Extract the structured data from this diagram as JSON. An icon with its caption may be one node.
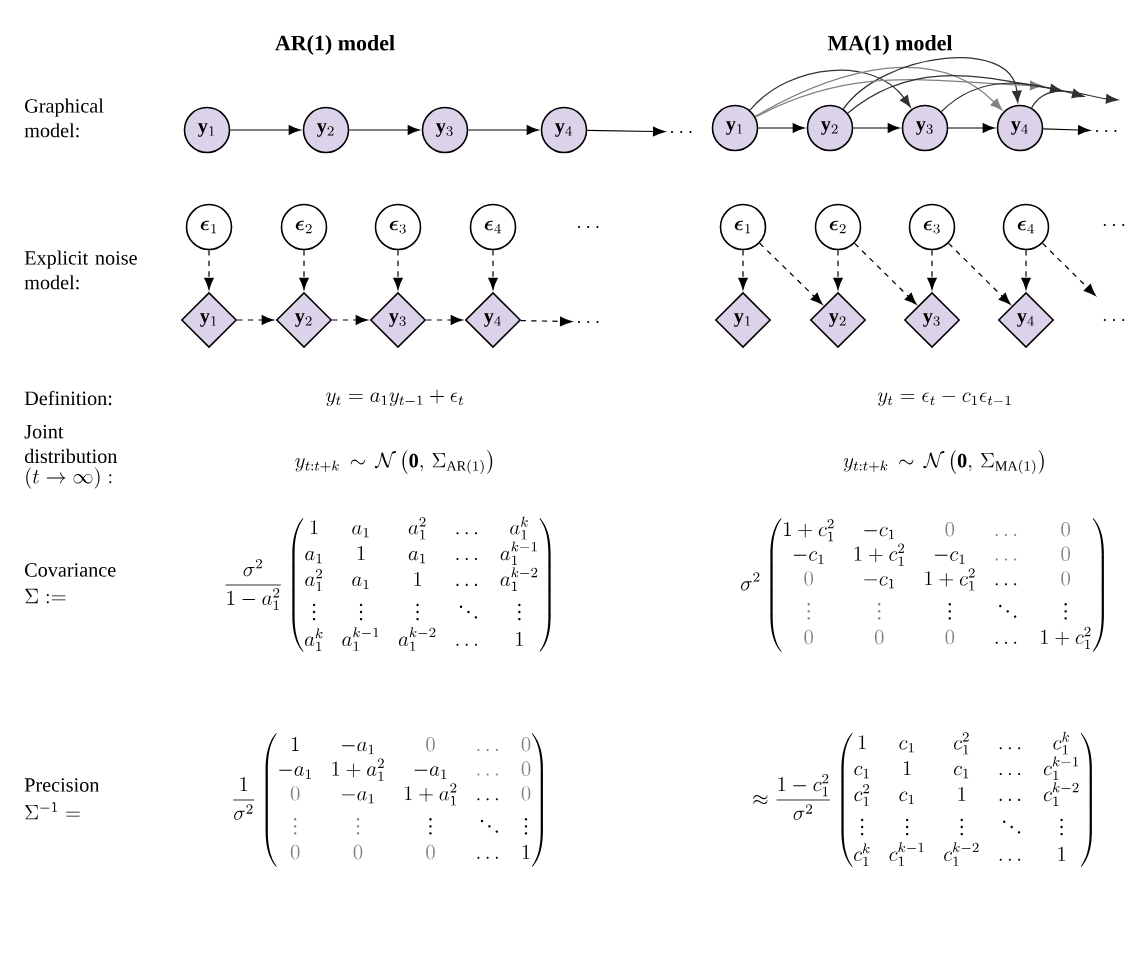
{
  "diagram": {
    "nodes": [
      {
        "text": [
          "\\mathbf{y}_1"
        ]
      },
      {
        "text": [
          "\\mathbf{y}_2"
        ]
      },
      {
        "text": [
          "\\mathbf{y}_3"
        ]
      },
      {
        "text": [
          "\\mathbf{y}_4"
        ]
      },
      {
        "text": [
          "\\dots"
        ]
      },
      {
        "text": [
          "\\boldsymbol{\\epsilon}_1"
        ]
      },
      {
        "text": [
          "\\boldsymbol{\\epsilon}_2"
        ]
      },
      {
        "text": [
          "\\boldsymbol{\\epsilon}_3"
        ]
      },
      {
        "text": [
          "\\boldsymbol{\\epsilon}_4"
        ]
      },
      {
        "text": [
          "\\mathbf{y}_1"
        ]
      },
      {
        "text": [
          "\\mathbf{y}_2"
        ]
      },
      {
        "text": [
          "\\mathbf{y}_3"
        ]
      },
      {
        "text": [
          "\\mathbf{y}_4"
        ]
      },
      {
        "text": [
          "\\dots"
        ]
      },
      {
        "text": [
          "\\mathbf{y}_1"
        ]
      },
      {
        "text": [
          "\\mathbf{y}_2"
        ]
      },
      {
        "text": [
          "\\mathbf{y}_3"
        ]
      },
      {
        "text": [
          "\\mathbf{y}_4"
        ]
      },
      {
        "text": [
          "\\dots"
        ]
      },
      {
        "text": [
          "\\boldsymbol{\\epsilon}_1"
        ]
      },
      {
        "text": [
          "\\boldsymbol{\\epsilon}_2"
        ]
      },
      {
        "text": [
          "\\boldsymbol{\\epsilon}_3"
        ]
      },
      {
        "text": [
          "\\boldsymbol{\\epsilon}_4"
        ]
      },
      {
        "text": [
          "\\mathbf{y}_1"
        ]
      },
      {
        "text": [
          "\\mathbf{y}_2"
        ]
      },
      {
        "text": [
          "\\mathbf{y}_3"
        ]
      },
      {
        "text": [
          "\\mathbf{y}_4"
        ]
      }
    ],
    "edges": [
      {
        "from": 0,
        "to": 1,
        "arrow": "to"
      },
      {
        "from": 1,
        "to": 2,
        "arrow": "to"
      },
      {
        "from": 2,
        "to": 3,
        "arrow": "to"
      },
      {
        "from": 3,
        "to": 4,
        "arrow": "to"
      },
      {
        "from": 5,
        "to": 9,
        "arrow": "to",
        "style": "dashed"
      },
      {
        "from": 6,
        "to": 10,
        "arrow": "to",
        "style": "dashed"
      },
      {
        "from": 7,
        "to": 11,
        "arrow": "to",
        "style": "dashed"
      },
      {
        "from": 8,
        "to": 12,
        "arrow": "to",
        "style": "dashed"
      },
      {
        "from": 9,
        "to": 10,
        "arrow": "to",
        "style": "dashed"
      },
      {
        "from": 10,
        "to": 11,
        "arrow": "to",
        "style": "dashed"
      },
      {
        "from": 11,
        "to": 12,
        "arrow": "to",
        "style": "dashed"
      },
      {
        "from": 12,
        "to": 13,
        "arrow": "to",
        "style": "dashed"
      },
      {
        "from": 14,
        "to": 15,
        "arrow": "to"
      },
      {
        "from": 15,
        "to": 16,
        "arrow": "to"
      },
      {
        "from": 16,
        "to": 17,
        "arrow": "to"
      },
      {
        "from": 17,
        "to": 18,
        "arrow": "to"
      },
      {
        "from": 14,
        "to": 16,
        "arrow": "to",
        "color": "#303030"
      },
      {
        "from": 14,
        "to": 17,
        "arrow": "to",
        "color": "#808080"
      },
      {
        "from": 15,
        "to": 17,
        "arrow": "to",
        "color": "#303030"
      },
      {
        "from": 14,
        "to": null,
        "arrow": "to",
        "color": "#808080"
      },
      {
        "from": 15,
        "to": null,
        "arrow": "to",
        "color": "#303030"
      },
      {
        "from": 16,
        "to": null,
        "arrow": "to",
        "color": "#303030"
      },
      {
        "from": 17,
        "to": null,
        "arrow": "to",
        "color": "#303030"
      },
      {
        "from": 19,
        "to": 23,
        "arrow": "to",
        "style": "dashed"
      },
      {
        "from": 19,
        "to": 24,
        "arrow": "to",
        "style": "dashed"
      },
      {
        "from": 20,
        "to": 24,
        "arrow": "to",
        "style": "dashed"
      },
      {
        "from": 20,
        "to": 25,
        "arrow": "to",
        "style": "dashed"
      },
      {
        "from": 21,
        "to": 25,
        "arrow": "to",
        "style": "dashed"
      },
      {
        "from": 21,
        "to": 26,
        "arrow": "to",
        "style": "dashed"
      },
      {
        "from": 22,
        "to": 26,
        "arrow": "to",
        "style": "dashed"
      },
      {
        "from": 22,
        "to": null,
        "arrow": "to",
        "style": "dashed"
      }
    ],
    "labels": [
      "AR(1) model",
      "MA(1) model",
      "Graphical model:",
      "Explicit noise model:",
      "\\dots",
      "\\dots",
      "\\dots",
      "Definition:",
      "y_t = a_1 y_{t-1} + \\epsilon_t",
      "y_t = \\epsilon_t - c_1 \\epsilon_{t-1}",
      "Joint distribution",
      "(t \\to \\infty):",
      "y_{t:t+k} \\,\\sim\\, \\mathcal{N}\\left(\\mathbf{0},\\, \\Sigma_{\\mathrm{AR}(1)}\\right)",
      "y_{t:t+k} \\,\\sim\\, \\mathcal{N}\\left(\\mathbf{0},\\, \\Sigma_{\\mathrm{MA}(1)}\\right)",
      "Covariance",
      "\\Sigma :=",
      "\\frac{\\sigma^2}{1-a_1^2}\\begin{pmatrix}1 & a_1 & a_1^2 & \\dots & a_1^k\\\\ a_1 & 1 & a_1 & \\dots & a_1^{k-1}\\\\ a_1^2 & a_1 & 1 & \\dots & a_1^{k-2}\\\\ \\vdots & \\vdots & \\vdots & \\ddots & \\vdots\\\\ a_1^k & a_1^{k-1} & a_1^{k-2} & \\dots & 1\\end{pmatrix}",
      "\\sigma^2\\begin{pmatrix}1+c_1^2 & -c_1 & \\color{gray}0 & \\color{gray}\\dots & \\color{gray}0\\\\ -c_1 & 1+c_1^2 & -c_1 & \\color{gray}\\dots & \\color{gray}0\\\\ \\color{gray}0 & -c_1 & 1+c_1^2 & \\dots & \\color{gray}0\\\\ \\color{gray}\\vdots & \\color{gray}\\vdots & \\vdots & \\ddots & \\vdots\\\\ \\color{gray}0 & \\color{gray}0 & \\color{gray}0 & \\dots & 1+c_1^2\\end{pmatrix}",
      "Precision",
      "\\Sigma^{-1} =",
      "\\frac{1}{\\sigma^2}\\begin{pmatrix}1 & -a_1 & \\color{gray}0 & \\color{gray}\\dots & \\color{gray}0\\\\ -a_1 & 1+a_1^2 & -a_1 & \\color{gray}\\dots & \\color{gray}0\\\\ \\color{gray}0 & -a_1 & 1+a_1^2 & \\dots & \\color{gray}0\\\\ \\color{gray}\\vdots & \\color{gray}\\vdots & \\vdots & \\ddots & \\vdots\\\\ \\color{gray}0 & \\color{gray}0 & \\color{gray}0 & \\dots & 1\\end{pmatrix}",
      "\\approx\\frac{1-c_1^2}{\\sigma^2}\\begin{pmatrix}1 & c_1 & c_1^2 & \\dots & c_1^k\\\\ c_1 & 1 & c_1 & \\dots & c_1^{k-1}\\\\ c_1^2 & c_1 & 1 & \\dots & c_1^{k-2}\\\\ \\vdots & \\vdots & \\vdots & \\ddots & \\vdots\\\\ c_1^k & c_1^{k-1} & c_1^{k-2} & \\dots & 1\\end{pmatrix}"
    ]
  }
}
